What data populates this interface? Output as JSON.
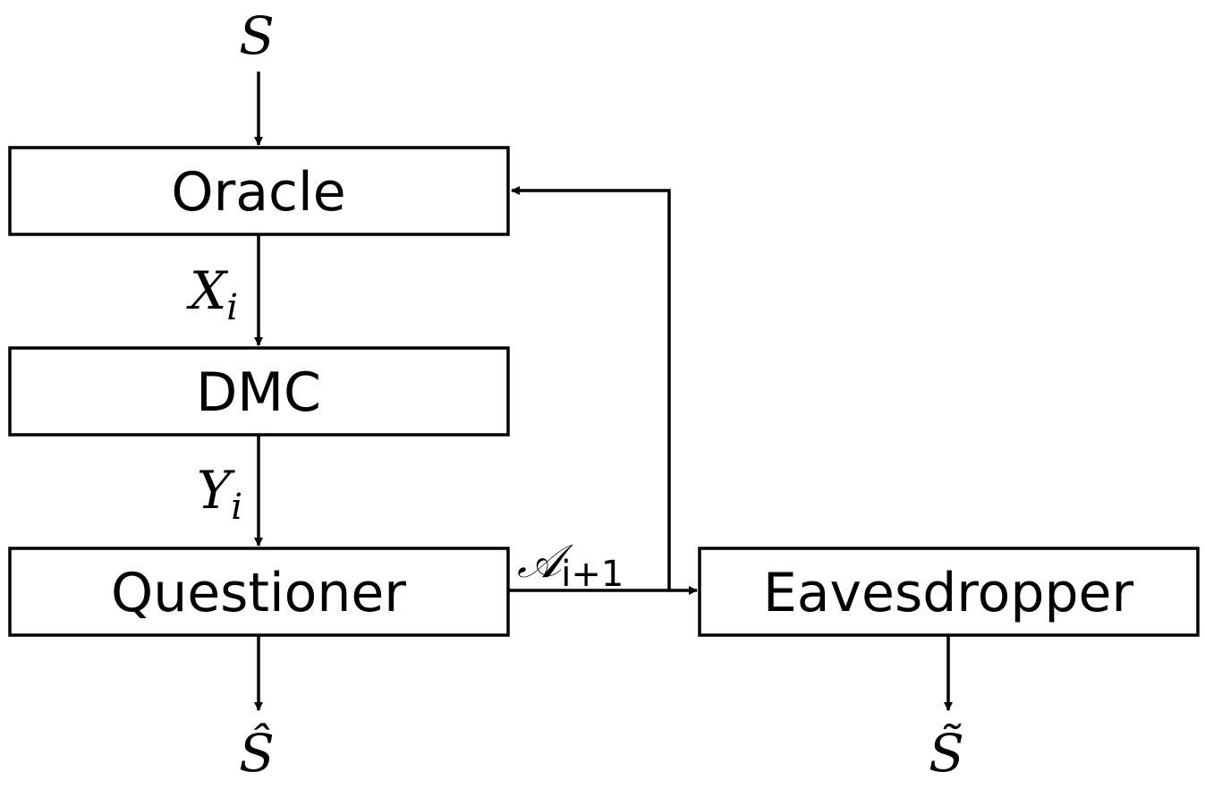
{
  "blocks": {
    "oracle": "Oracle",
    "dmc": "DMC",
    "questioner": "Questioner",
    "eavesdropper": "Eavesdropper"
  },
  "signals": {
    "source": "S",
    "x": {
      "base": "X",
      "sub": "i"
    },
    "y": {
      "base": "Y",
      "sub": "i"
    },
    "answer": {
      "base": "𝒜",
      "sub": "i+1"
    },
    "estimate": "Ŝ",
    "eavesdropper_estimate": "S̃"
  }
}
